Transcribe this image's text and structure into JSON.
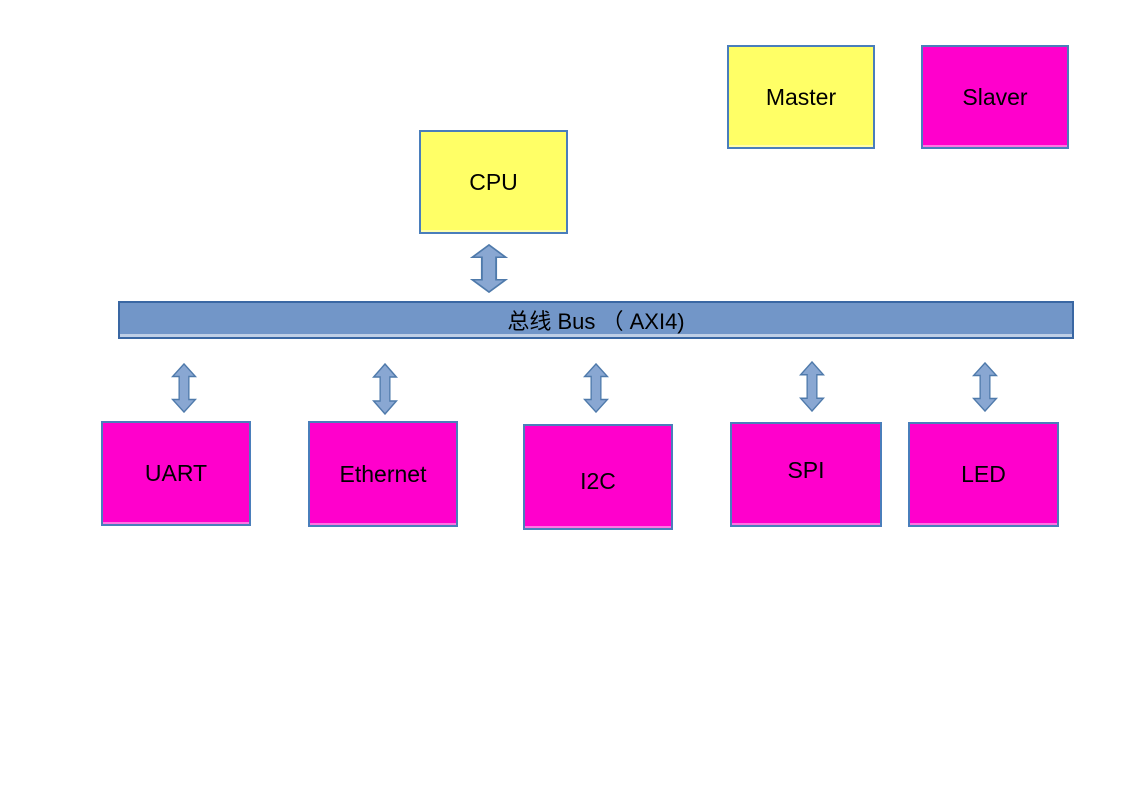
{
  "diagram": {
    "legend": {
      "master": {
        "label": "Master"
      },
      "slaver": {
        "label": "Slaver"
      }
    },
    "cpu": {
      "label": "CPU"
    },
    "bus": {
      "label": "总线 Bus （ AXI4)"
    },
    "peripherals": [
      {
        "label": "UART"
      },
      {
        "label": "Ethernet"
      },
      {
        "label": "I2C"
      },
      {
        "label": "SPI"
      },
      {
        "label": "LED"
      }
    ],
    "colors": {
      "master_fill": "#ffff66",
      "slave_fill": "#ff00cc",
      "box_border": "#4a7ebb",
      "bus_fill": "#7296c8",
      "bus_border": "#3a67a3",
      "arrow_fill": "#89a7d2",
      "arrow_border": "#4f7aab",
      "text": "#000000",
      "background": "#ffffff"
    }
  }
}
